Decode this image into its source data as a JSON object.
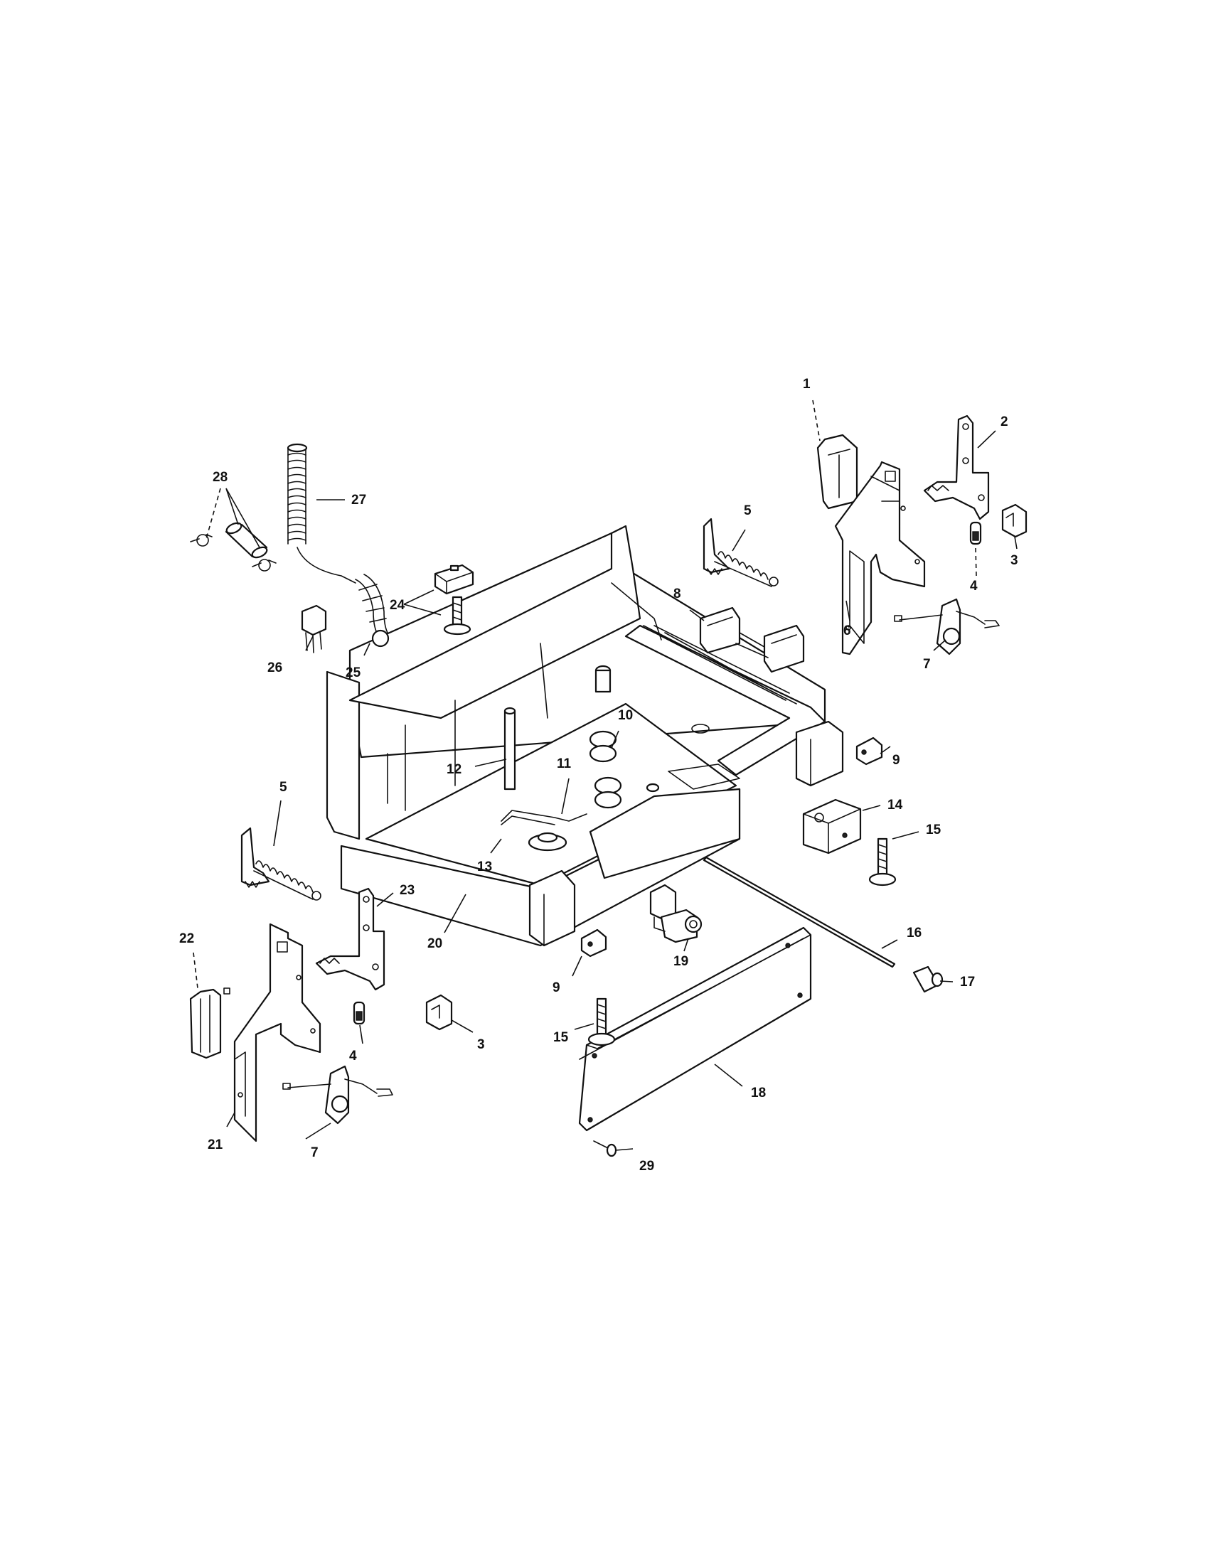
{
  "callouts": {
    "c1": "1",
    "c2": "2",
    "c3a": "3",
    "c3b": "3",
    "c4a": "4",
    "c4b": "4",
    "c5a": "5",
    "c5b": "5",
    "c6": "6",
    "c7a": "7",
    "c7b": "7",
    "c8": "8",
    "c9a": "9",
    "c9b": "9",
    "c10": "10",
    "c11": "11",
    "c12": "12",
    "c13": "13",
    "c14": "14",
    "c15a": "15",
    "c15b": "15",
    "c16": "16",
    "c17": "17",
    "c18": "18",
    "c19": "19",
    "c20": "20",
    "c21": "21",
    "c22": "22",
    "c23": "23",
    "c24": "24",
    "c25": "25",
    "c26": "26",
    "c27": "27",
    "c28": "28",
    "c29": "29"
  }
}
